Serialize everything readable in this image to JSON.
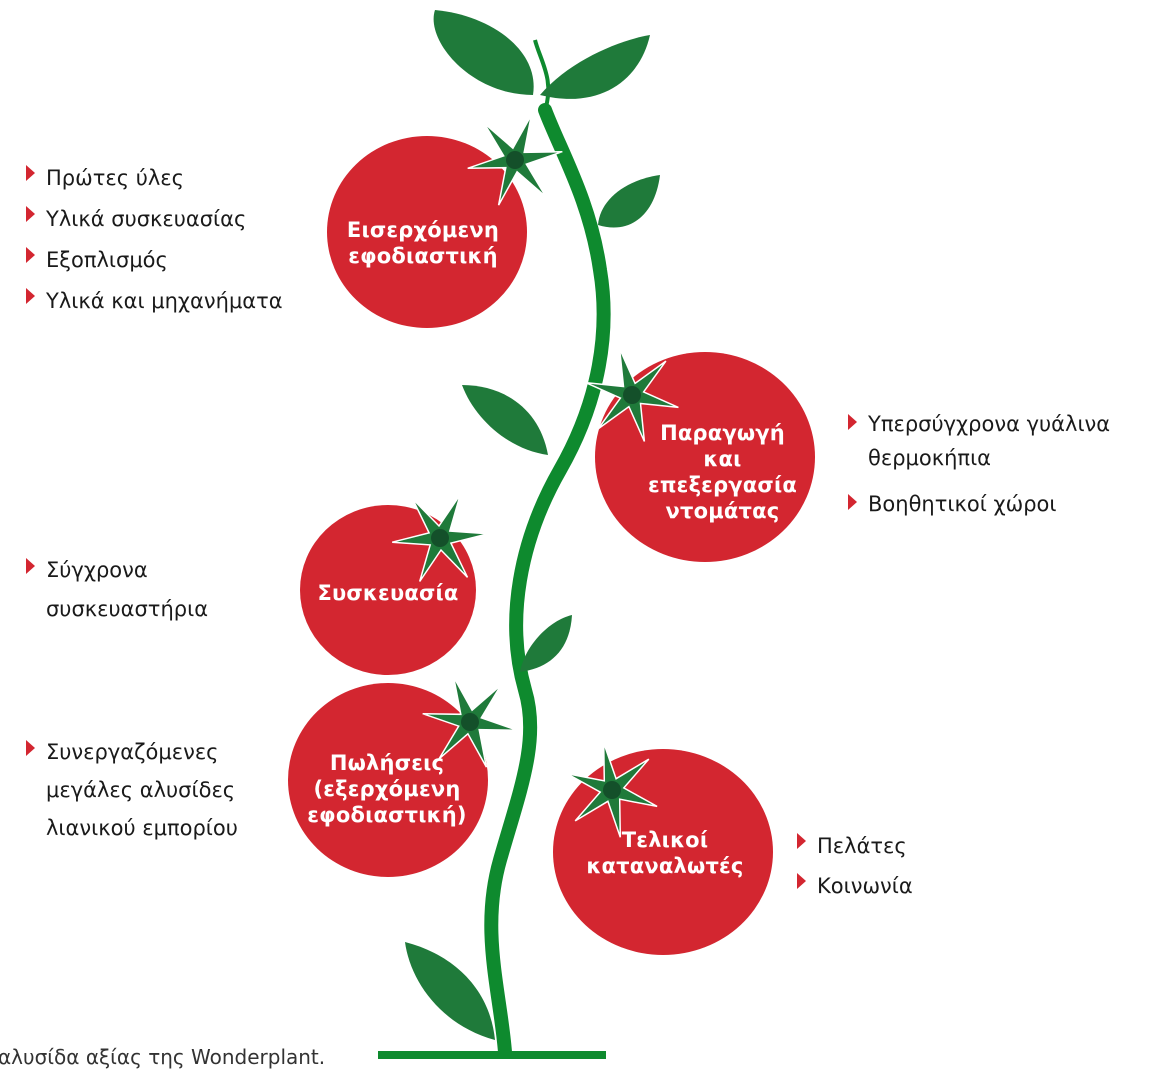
{
  "colors": {
    "tomato": "#d32630",
    "tomato_light": "#e0434b",
    "leaf": "#1f7a3a",
    "leaf_dark": "#14502a",
    "stem": "#0e8a2e",
    "arrow": "#d32630",
    "text": "#1a1a1a"
  },
  "tomatoes": [
    {
      "id": "inbound",
      "lines": [
        "Εισερχόμενη",
        "εφοδιαστική"
      ]
    },
    {
      "id": "production",
      "lines": [
        "Παραγωγή",
        "και",
        "επεξεργασία",
        "ντομάτας"
      ]
    },
    {
      "id": "packaging",
      "lines": [
        "Συσκευασία"
      ]
    },
    {
      "id": "sales",
      "lines": [
        "Πωλήσεις",
        "(εξερχόμενη",
        "εφοδιαστική)"
      ]
    },
    {
      "id": "consumers",
      "lines": [
        "Τελικοί",
        "καταναλωτές"
      ]
    }
  ],
  "bullet_groups": {
    "inbound": [
      "Πρώτες ύλες",
      "Υλικά συσκευασίας",
      "Εξοπλισμός",
      "Υλικά και μηχανήματα"
    ],
    "production": [
      "Υπερσύγχρονα γυάλινα θερμοκήπια",
      "Βοηθητικοί χώροι"
    ],
    "packaging": [
      "Σύγχρονα συσκευαστήρια"
    ],
    "sales": [
      "Συνεργαζόμενες μεγάλες αλυσίδες λιανικού εμπορίου"
    ],
    "consumers": [
      "Πελάτες",
      "Κοινωνία"
    ]
  },
  "caption": "αλυσίδα αξίας της Wonderplant."
}
